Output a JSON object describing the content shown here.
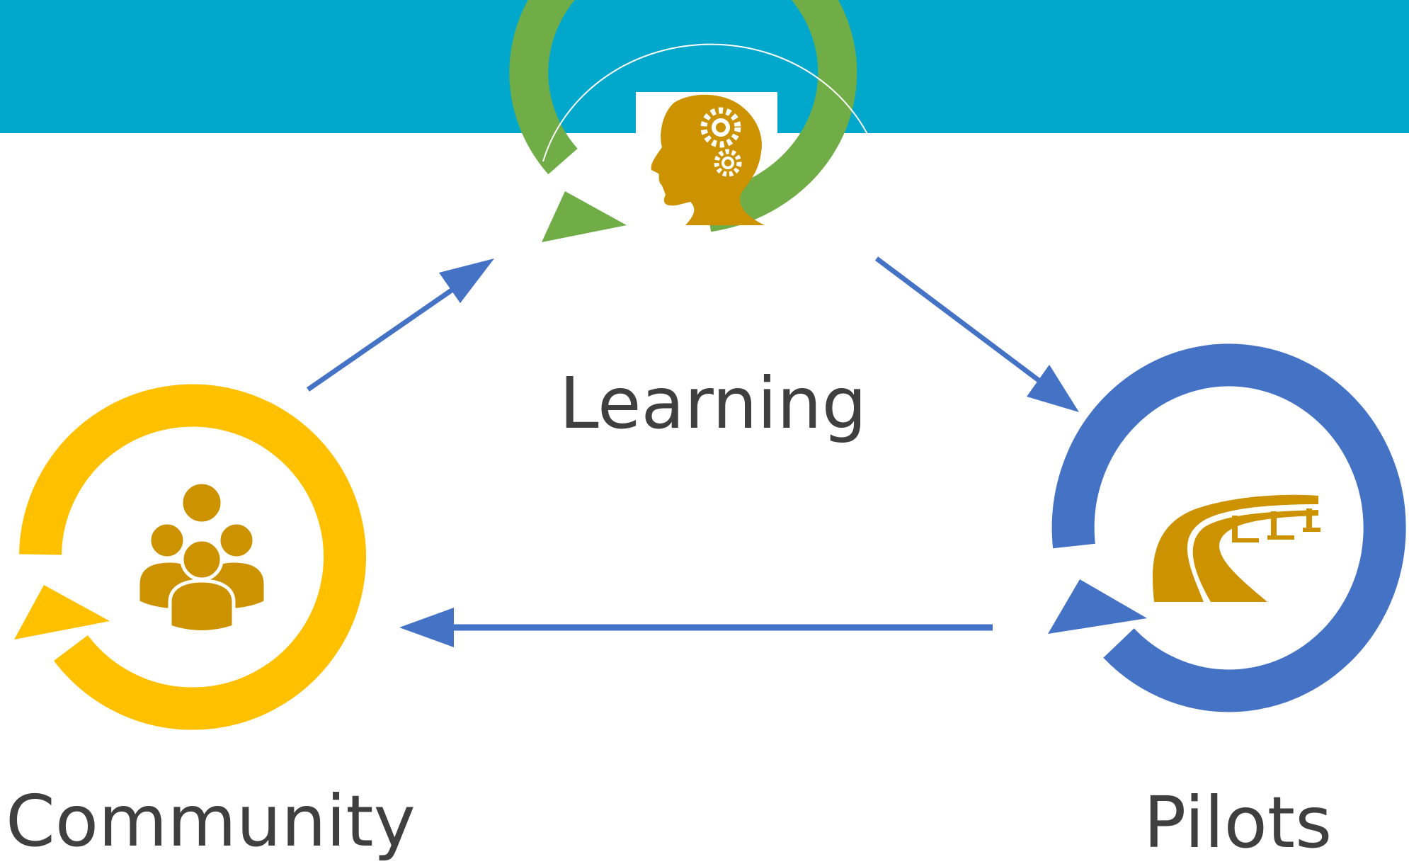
{
  "banner": {
    "title": "",
    "color": "#02a8cb"
  },
  "nodes": [
    {
      "id": "learning",
      "label": "Learning",
      "icon": "head-gears-icon",
      "color": "#70ad47"
    },
    {
      "id": "community",
      "label": "Community",
      "icon": "group-of-people-icon",
      "color": "#ffc000"
    },
    {
      "id": "pilots",
      "label": "Pilots",
      "icon": "bridge-road-icon",
      "color": "#4472c4"
    }
  ],
  "edges": [
    {
      "from": "community",
      "to": "learning"
    },
    {
      "from": "learning",
      "to": "pilots"
    },
    {
      "from": "pilots",
      "to": "community"
    }
  ],
  "colors": {
    "icon": "#cc9200",
    "edge": "#4472c4",
    "label": "#3f3f3f"
  }
}
